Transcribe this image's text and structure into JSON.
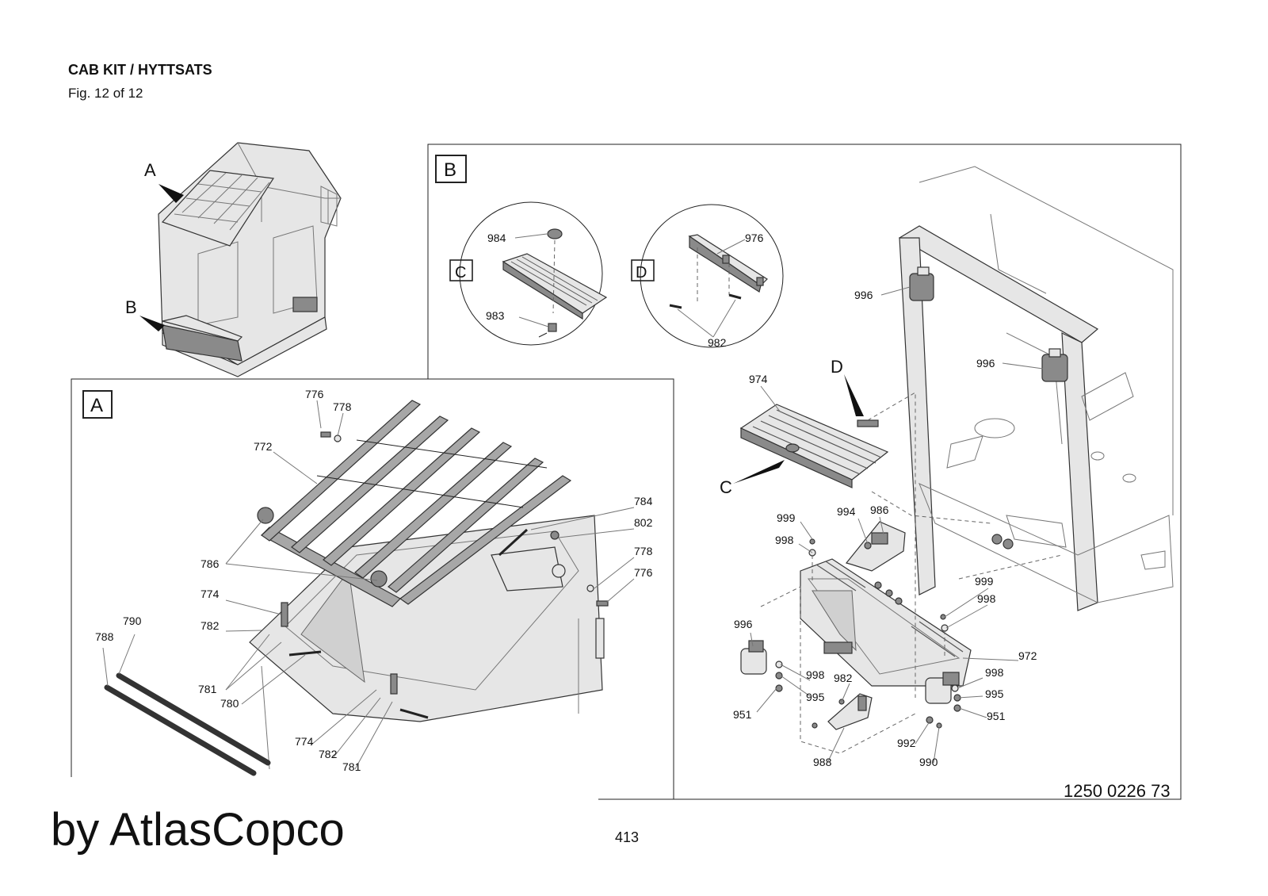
{
  "header": {
    "title": "CAB KIT / HYTTSATS",
    "figure": "Fig. 12 of 12"
  },
  "footer": {
    "brand": "by AtlasCopco",
    "page_number": "413",
    "document_number": "1250 0226 73"
  },
  "overview_callouts": {
    "a": "A",
    "b": "B"
  },
  "panel_a": {
    "label": "A",
    "parts": [
      "776",
      "778",
      "772",
      "784",
      "802",
      "778",
      "776",
      "786",
      "774",
      "782",
      "790",
      "788",
      "781",
      "780",
      "774",
      "782",
      "781"
    ]
  },
  "panel_b": {
    "label": "B",
    "detail_c": {
      "label": "C",
      "parts": [
        "984",
        "983"
      ]
    },
    "detail_d": {
      "label": "D",
      "parts": [
        "976",
        "982"
      ]
    },
    "callouts": {
      "d": "D",
      "c": "C"
    },
    "parts": [
      "996",
      "996",
      "974",
      "999",
      "994",
      "986",
      "998",
      "999",
      "998",
      "996",
      "972",
      "998",
      "982",
      "998",
      "995",
      "995",
      "951",
      "951",
      "992",
      "990",
      "988"
    ]
  }
}
